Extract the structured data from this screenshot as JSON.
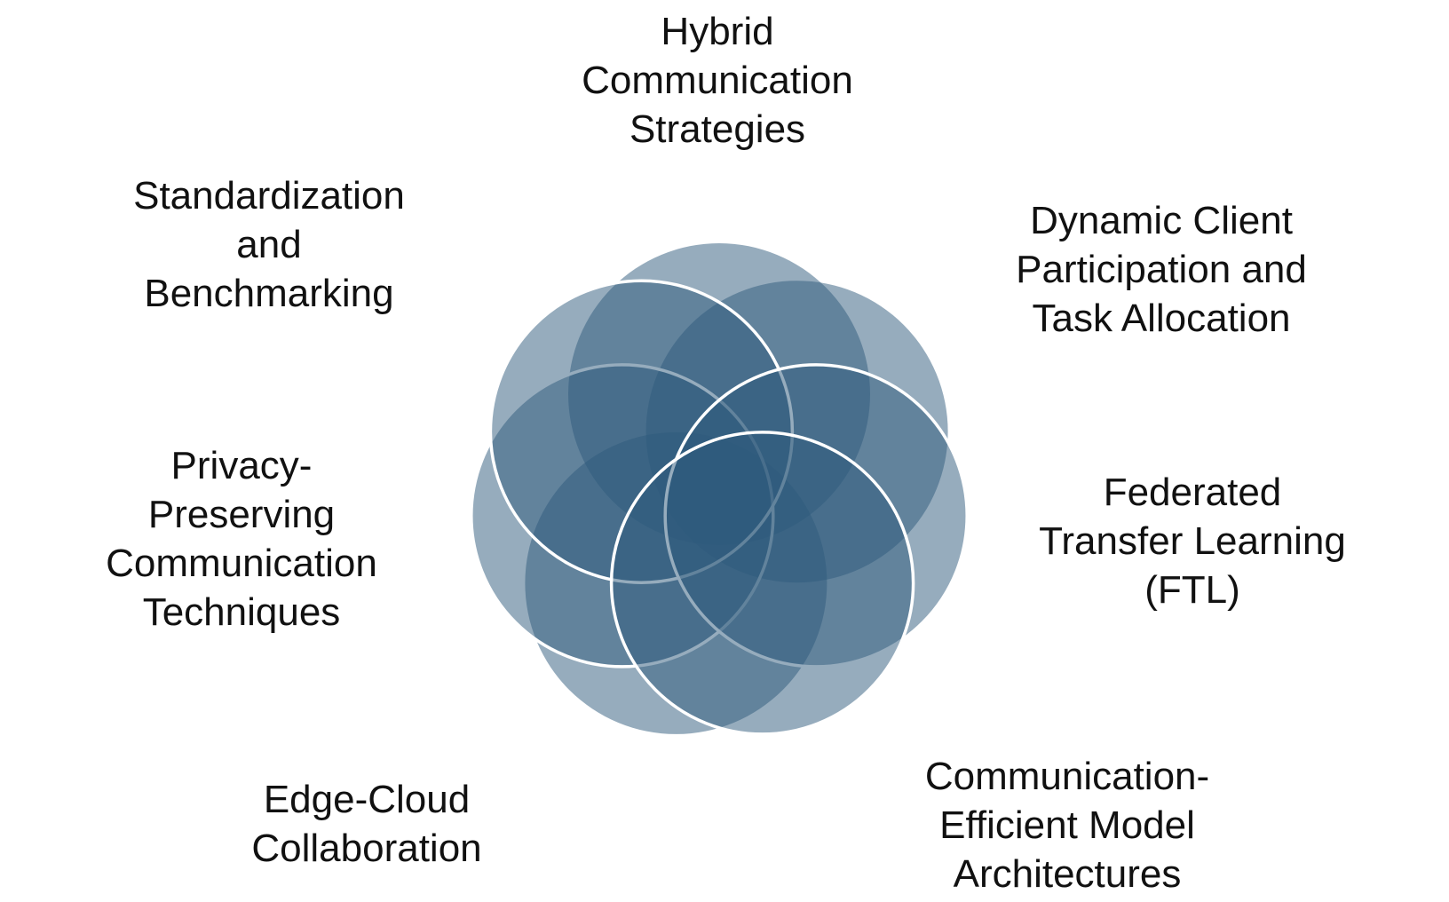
{
  "diagram": {
    "colors": {
      "petal_fill": "#2e5a7c",
      "petal_stroke": "#ffffff",
      "label_text": "#111111"
    },
    "petals": [
      {
        "id": "hybrid",
        "lines": [
          "Hybrid",
          "Communication",
          "Strategies"
        ]
      },
      {
        "id": "dynamic",
        "lines": [
          "Dynamic Client",
          "Participation and",
          "Task Allocation"
        ]
      },
      {
        "id": "ftl",
        "lines": [
          "Federated",
          "Transfer Learning",
          "(FTL)"
        ]
      },
      {
        "id": "comm-efficient",
        "lines": [
          "Communication-",
          "Efficient Model",
          "Architectures"
        ]
      },
      {
        "id": "edge-cloud",
        "lines": [
          "Edge-Cloud",
          "Collaboration"
        ]
      },
      {
        "id": "privacy",
        "lines": [
          "Privacy-",
          "Preserving",
          "Communication",
          "Techniques"
        ]
      },
      {
        "id": "standardization",
        "lines": [
          "Standardization",
          "and",
          "Benchmarking"
        ]
      }
    ]
  }
}
